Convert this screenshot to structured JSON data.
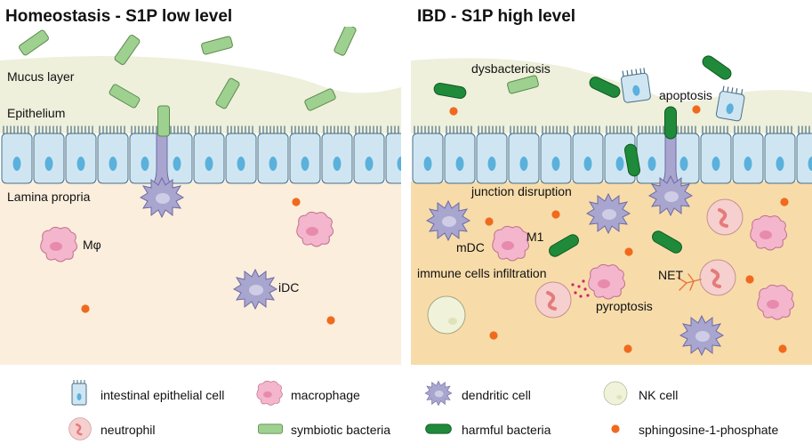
{
  "panels": {
    "left": {
      "title": "Homeostasis - S1P low level",
      "labels": {
        "mucus": "Mucus layer",
        "epithelium": "Epithelium",
        "lamina": "Lamina propria",
        "macrophage": "Mφ",
        "idc": "iDC"
      }
    },
    "right": {
      "title": "IBD - S1P high level",
      "labels": {
        "dysbacteriosis": "dysbacteriosis",
        "apoptosis": "apoptosis",
        "junction": "junction disruption",
        "mdc": "mDC",
        "m1": "M1",
        "infiltration": "immune cells infiltration",
        "net": "NET",
        "pyroptosis": "pyroptosis"
      }
    }
  },
  "legend": [
    {
      "icon": "epithelial",
      "label": "intestinal epithelial cell"
    },
    {
      "icon": "macrophage",
      "label": "macrophage"
    },
    {
      "icon": "dendritic",
      "label": "dendritic cell"
    },
    {
      "icon": "nk",
      "label": "NK cell"
    },
    {
      "icon": "neutrophil",
      "label": "neutrophil"
    },
    {
      "icon": "symbiotic",
      "label": "symbiotic bacteria"
    },
    {
      "icon": "harmful",
      "label": "harmful bacteria"
    },
    {
      "icon": "s1p",
      "label": "sphingosine-1-phosphate"
    }
  ],
  "colors": {
    "mucus": "#eef0dc",
    "lamina_left": "#fbeedd",
    "lamina_right": "#f7dcaa",
    "epithelial_fill": "#cfe6f2",
    "nucleus": "#5bb0dc",
    "symbiotic": "#9ed18f",
    "harmful": "#1f8a3a",
    "macrophage": "#f4b6cc",
    "dendritic": "#a8a5cf",
    "neutrophil": "#f6cfcf",
    "nk": "#f0f2da",
    "s1p": "#f06a1e"
  }
}
